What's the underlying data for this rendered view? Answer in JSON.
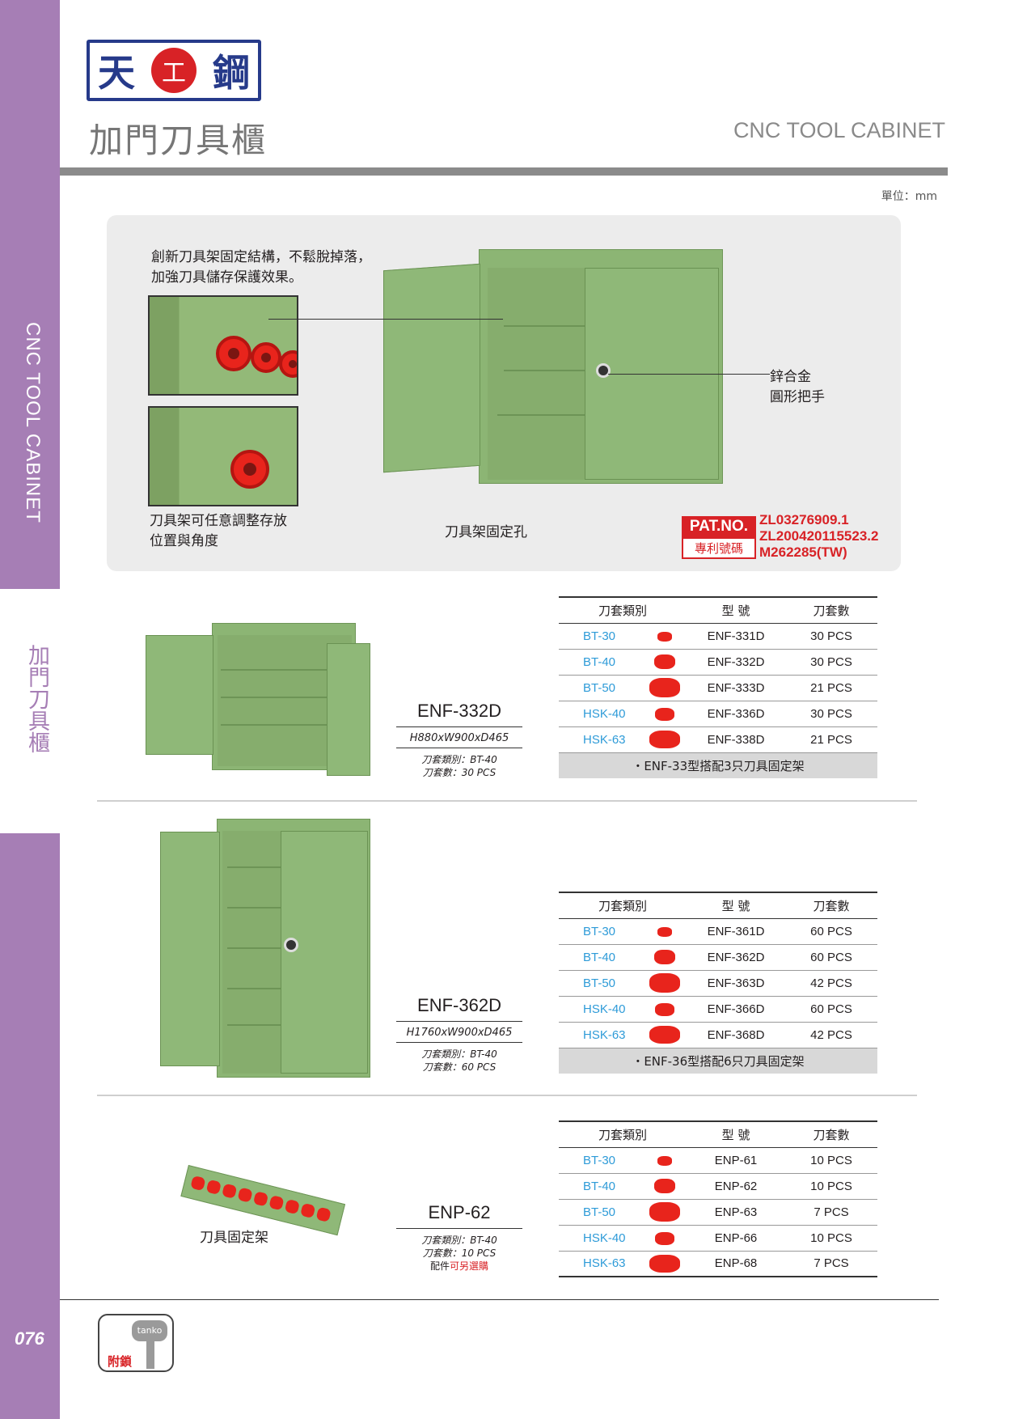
{
  "brand": {
    "logo_left": "天",
    "logo_mid": "工",
    "logo_right": "鋼"
  },
  "header": {
    "title_zh": "加門刀具櫃",
    "title_en": "CNC TOOL CABINET",
    "unit": "單位：mm"
  },
  "sidebar": {
    "vertical_en": "CNC TOOL CABINET",
    "vertical_zh": "加門刀具櫃",
    "page_number": "076"
  },
  "feature": {
    "caption_top": [
      "創新刀具架固定結構，不鬆脫掉落，",
      "加強刀具儲存保護效果。"
    ],
    "caption_bottom_left": [
      "刀具架可任意調整存放",
      "位置與角度"
    ],
    "caption_fixing_hole": "刀具架固定孔",
    "caption_handle": [
      "鋅合金",
      "圓形把手"
    ],
    "pat_label": "PAT.NO.",
    "pat_label_zh": "專利號碼",
    "patents": [
      "ZL03276909.1",
      "ZL200420115523.2",
      "M262285(TW)"
    ]
  },
  "table_headers": {
    "type": "刀套類別",
    "model": "型  號",
    "qty": "刀套數"
  },
  "products": [
    {
      "model": "ENF-332D",
      "dims": "H880xW900xD465",
      "spec_type": "刀套類別：BT-40",
      "spec_qty": "刀套數：30 PCS",
      "rows": [
        {
          "type": "BT-30",
          "model": "ENF-331D",
          "qty": "30 PCS"
        },
        {
          "type": "BT-40",
          "model": "ENF-332D",
          "qty": "30 PCS"
        },
        {
          "type": "BT-50",
          "model": "ENF-333D",
          "qty": "21 PCS"
        },
        {
          "type": "HSK-40",
          "model": "ENF-336D",
          "qty": "30 PCS"
        },
        {
          "type": "HSK-63",
          "model": "ENF-338D",
          "qty": "21 PCS"
        }
      ],
      "note": "・ENF-33型搭配3只刀具固定架"
    },
    {
      "model": "ENF-362D",
      "dims": "H1760xW900xD465",
      "spec_type": "刀套類別：BT-40",
      "spec_qty": "刀套數：60 PCS",
      "rows": [
        {
          "type": "BT-30",
          "model": "ENF-361D",
          "qty": "60 PCS"
        },
        {
          "type": "BT-40",
          "model": "ENF-362D",
          "qty": "60 PCS"
        },
        {
          "type": "BT-50",
          "model": "ENF-363D",
          "qty": "42 PCS"
        },
        {
          "type": "HSK-40",
          "model": "ENF-366D",
          "qty": "60 PCS"
        },
        {
          "type": "HSK-63",
          "model": "ENF-368D",
          "qty": "42 PCS"
        }
      ],
      "note": "・ENF-36型搭配6只刀具固定架"
    },
    {
      "model": "ENP-62",
      "image_label": "刀具固定架",
      "spec_type": "刀套類別：BT-40",
      "spec_qty": "刀套數：10 PCS",
      "spec_opt_prefix": "配件",
      "spec_opt_red": "可另選購",
      "rows": [
        {
          "type": "BT-30",
          "model": "ENP-61",
          "qty": "10 PCS"
        },
        {
          "type": "BT-40",
          "model": "ENP-62",
          "qty": "10 PCS"
        },
        {
          "type": "BT-50",
          "model": "ENP-63",
          "qty": "7 PCS"
        },
        {
          "type": "HSK-40",
          "model": "ENP-66",
          "qty": "10 PCS"
        },
        {
          "type": "HSK-63",
          "model": "ENP-68",
          "qty": "7 PCS"
        }
      ]
    }
  ],
  "footer": {
    "key_brand": "tanko",
    "key_label": "附鎖"
  },
  "colors": {
    "purple": "#a67eb5",
    "navy": "#263a8a",
    "red": "#d82226",
    "blue": "#2e9bd8",
    "green": "#8cb574"
  }
}
